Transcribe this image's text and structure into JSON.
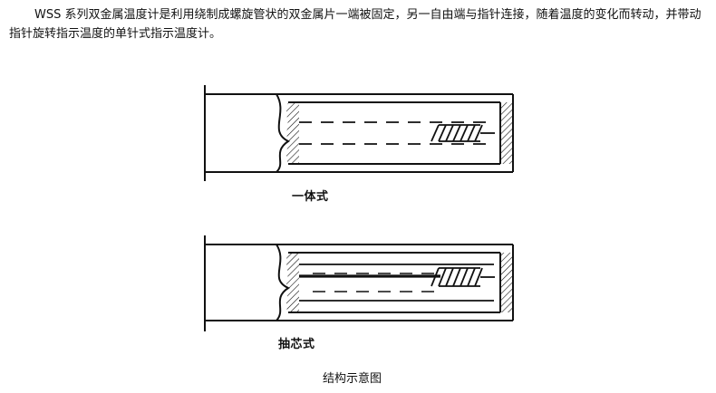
{
  "intro_text": "WSS 系列双金属温度计是利用绕制成螺旋管状的双金属片一端被固定，另一自由端与指针连接，随着温度的变化而转动，并带动指针旋转指示温度的单针式指示温度计。",
  "diagrams": {
    "integral_label": "一体式",
    "removable_label": "抽芯式"
  },
  "caption": "结构示意图",
  "colors": {
    "line": "#111111",
    "background": "#ffffff"
  }
}
